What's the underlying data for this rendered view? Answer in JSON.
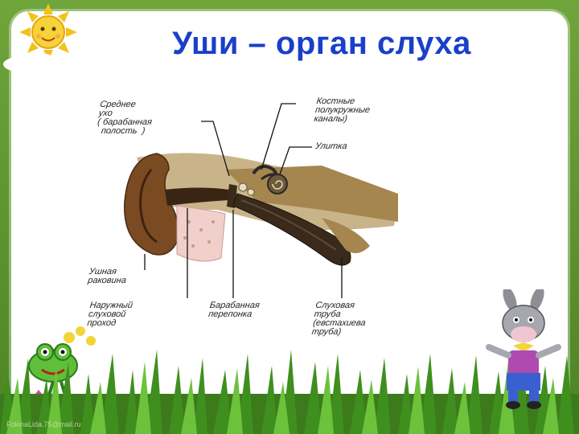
{
  "slide": {
    "title": "Уши – орган слуха",
    "footer": "FokinaLida.75@mail.ru"
  },
  "diagram": {
    "labels": {
      "middle_ear": "Среднее\nухо\n( барабанная\n  полость  )",
      "canals": "Костные\nполукружные\nканалы)",
      "cochlea": "Улитка",
      "auricle": "Ушная\nраковина",
      "ear_canal": "Наружный\nслуховой\nпроход",
      "eardrum": "Барабанная\nперепонка",
      "tube": "Слуховая\nтруба\n(евстахиева\nтруба)"
    }
  },
  "colors": {
    "title": "#1a3fc8",
    "background": "#5a8f2c",
    "card": "#ffffff"
  }
}
